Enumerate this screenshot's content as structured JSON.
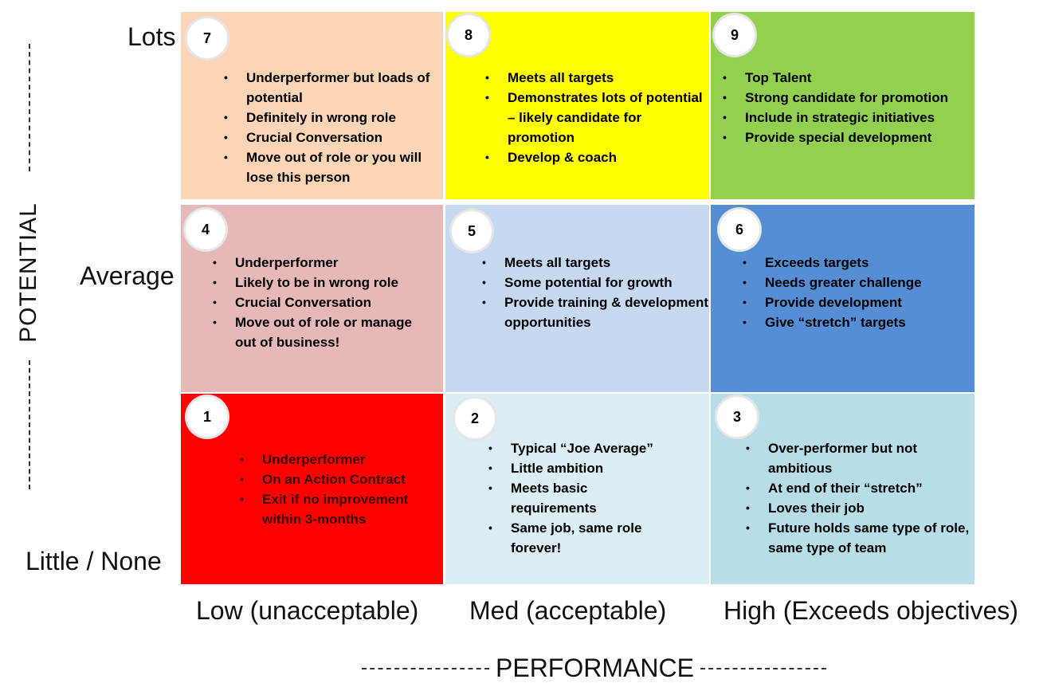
{
  "y_axis": {
    "title": "POTENTIAL",
    "levels": [
      "Lots",
      "Average",
      "Little / None"
    ]
  },
  "x_axis": {
    "title": "PERFORMANCE",
    "levels": [
      "Low (unacceptable)",
      "Med (acceptable)",
      "High (Exceeds objectives)"
    ]
  },
  "cells": [
    {
      "number": "7",
      "color": "#fbd5b5",
      "text_color": "#000000",
      "bullets": [
        "Underperformer but loads of potential",
        "Definitely in wrong role",
        "Crucial Conversation",
        "Move out of role or you will lose this person"
      ]
    },
    {
      "number": "8",
      "color": "#ffff00",
      "text_color": "#000000",
      "bullets": [
        "Meets all targets",
        "Demonstrates lots of potential – likely candidate for promotion",
        "Develop & coach"
      ]
    },
    {
      "number": "9",
      "color": "#92d050",
      "text_color": "#000000",
      "bullets": [
        "Top Talent",
        "Strong candidate for promotion",
        "Include in strategic initiatives",
        "Provide special development"
      ]
    },
    {
      "number": "4",
      "color": "#e6b9b8",
      "text_color": "#000000",
      "bullets": [
        "Underperformer",
        "Likely to be in wrong role",
        "Crucial Conversation",
        "Move out of role or manage out of business!"
      ]
    },
    {
      "number": "5",
      "color": "#c6d9f1",
      "text_color": "#000000",
      "bullets": [
        "Meets all targets",
        "Some potential for growth",
        "Provide training & development opportunities"
      ]
    },
    {
      "number": "6",
      "color": "#558ed5",
      "text_color": "#000000",
      "bullets": [
        "Exceeds targets",
        "Needs greater challenge",
        "Provide development",
        "Give “stretch” targets"
      ]
    },
    {
      "number": "1",
      "color": "#ff0000",
      "text_color": "#3a0000",
      "bullets": [
        "Underperformer",
        "On an Action Contract",
        "Exit if no improvement within 3-months"
      ]
    },
    {
      "number": "2",
      "color": "#dbeef4",
      "text_color": "#000000",
      "bullets": [
        "Typical “Joe Average”",
        "Little ambition",
        "Meets basic requirements",
        "Same job, same role forever!"
      ]
    },
    {
      "number": "3",
      "color": "#b7dde8",
      "text_color": "#000000",
      "bullets": [
        "Over-performer but not ambitious",
        "At end of their “stretch”",
        "Loves their job",
        "Future holds same type of role, same type of team"
      ]
    }
  ]
}
